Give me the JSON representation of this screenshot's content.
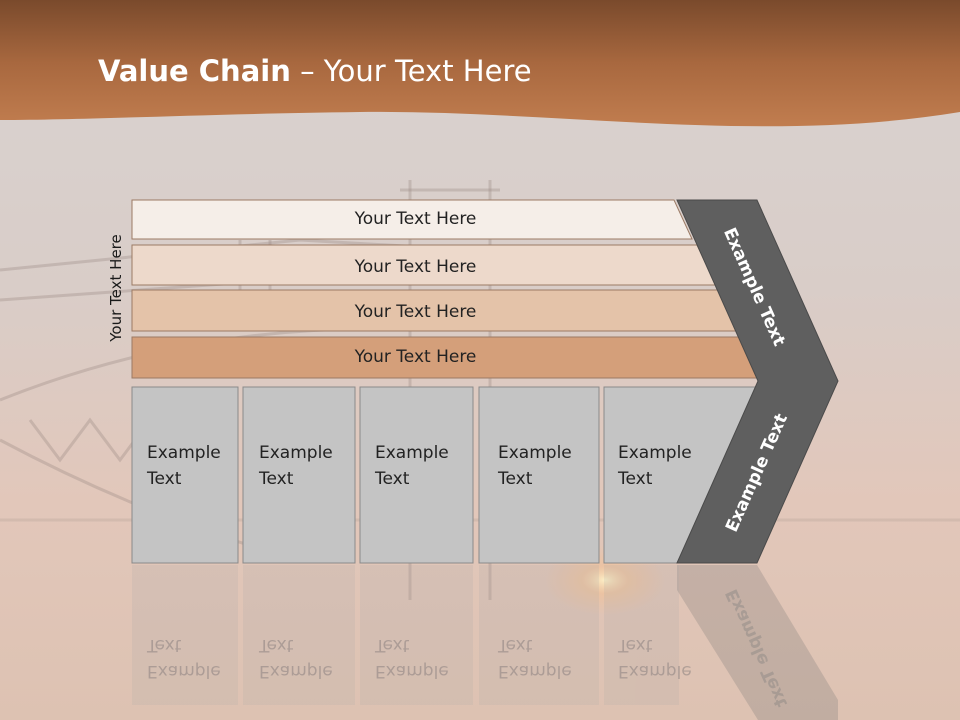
{
  "slide": {
    "title_bold": "Value Chain",
    "title_rest": " – Your Text Here",
    "side_label": "Your Text Here"
  },
  "bars": [
    {
      "label": "Your Text Here"
    },
    {
      "label": "Your Text Here"
    },
    {
      "label": "Your Text Here"
    },
    {
      "label": "Your Text Here"
    }
  ],
  "boxes": [
    {
      "line1": "Example",
      "line2": "Text"
    },
    {
      "line1": "Example",
      "line2": "Text"
    },
    {
      "line1": "Example",
      "line2": "Text"
    },
    {
      "line1": "Example",
      "line2": "Text"
    },
    {
      "line1": "Example",
      "line2": "Text"
    }
  ],
  "chevron": {
    "upper_label": "Example Text",
    "lower_label": "Example Text"
  },
  "colors": {
    "header_brown": "#a0623a",
    "bar1": "#f5eee8",
    "bar2": "#edd9cb",
    "bar3": "#e4c3a9",
    "bar4": "#d49f7a",
    "box_gray": "#c4c4c4",
    "chevron_gray": "#5f5f5f"
  }
}
